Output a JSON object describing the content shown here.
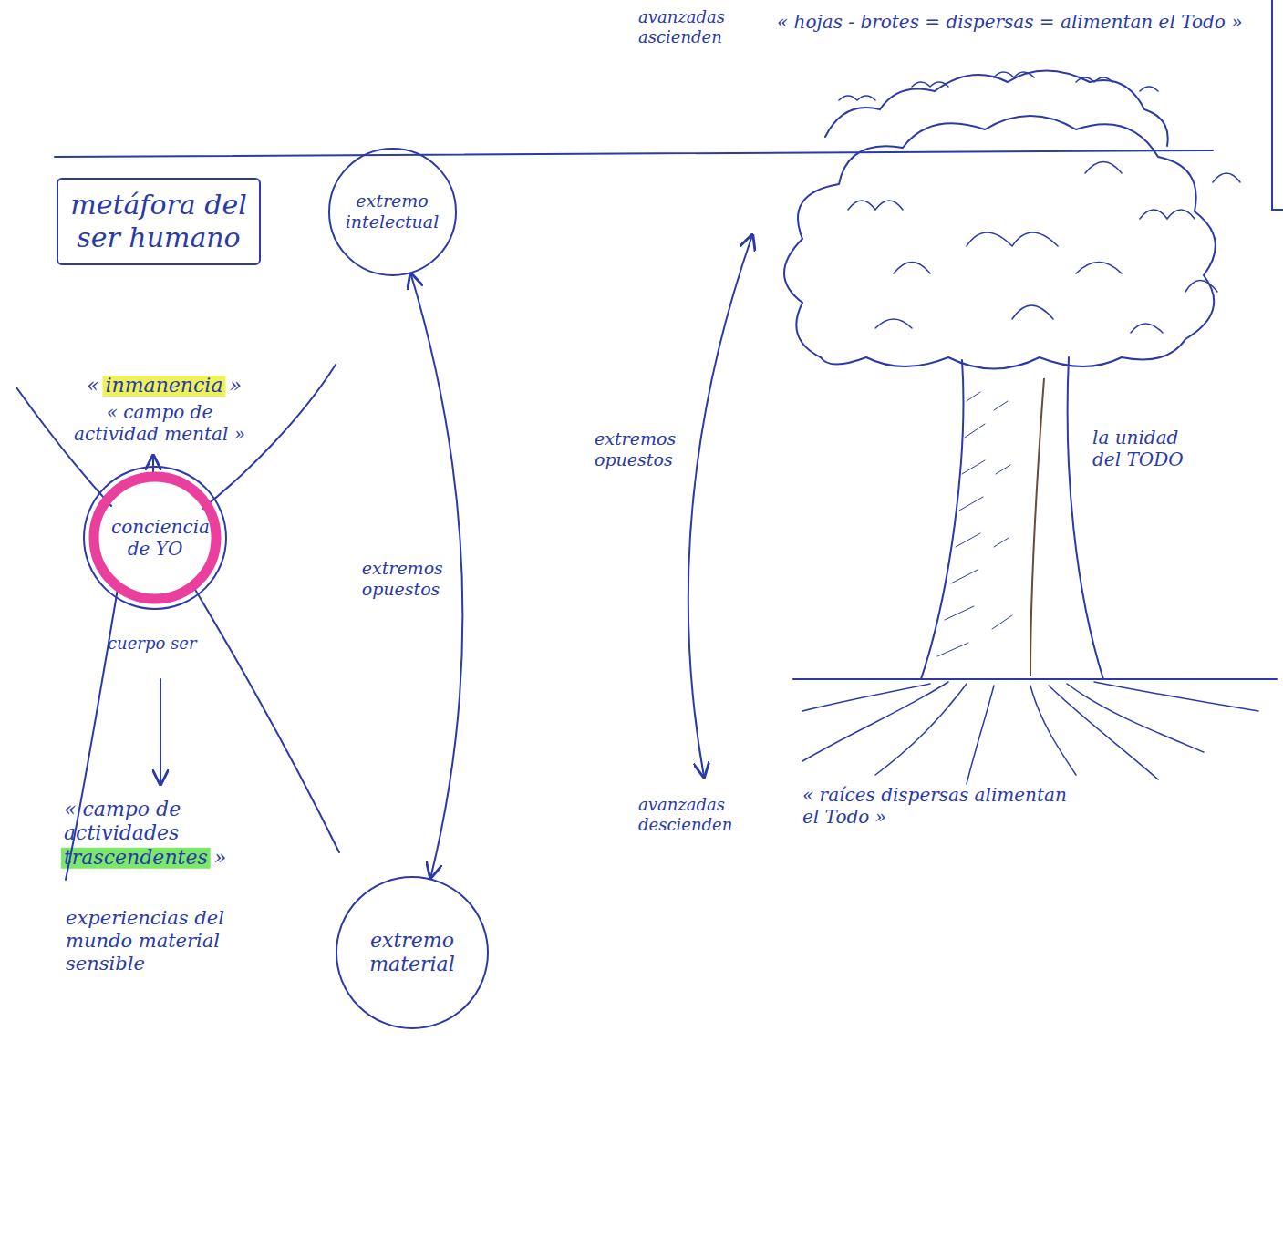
{
  "diagram": {
    "nodes": [
      {
        "text": [
          "metáfora del ser humano"
        ]
      },
      {
        "text": [
          "conciencia de YO"
        ]
      },
      {
        "text": [
          "extremo intelectual"
        ]
      },
      {
        "text": [
          "extremo material"
        ]
      }
    ],
    "edges": [
      {
        "from": 2,
        "to": 3,
        "arrow": "both",
        "label": "extremos opuestos"
      }
    ],
    "labels": [
      "« inmanencia »",
      "« campo de actividad mental »",
      "cuerpo ser",
      "« campo de actividades trascendentes »",
      "experiencias del mundo material sensible",
      "extremos opuestos",
      "la unidad del TODO",
      "avanzadas ascienden",
      "« hojas - brotes = dispersas = alimentan el Todo »",
      "avanzadas descienden",
      "« raíces dispersas alimentan el Todo »"
    ]
  }
}
